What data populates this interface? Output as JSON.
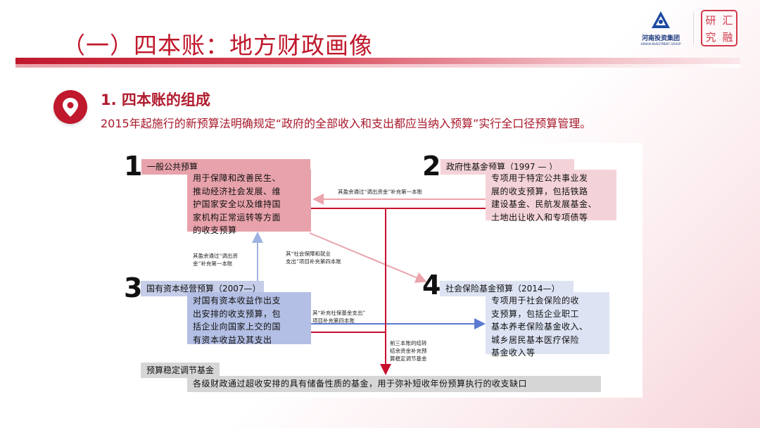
{
  "header": {
    "title": "（一）四本账：地方财政画像",
    "logo_name": "河南投资集团",
    "logo_sub": "HENAN INVESTMENT GROUP",
    "seal_chars": [
      "研",
      "汇",
      "究",
      "融"
    ]
  },
  "section": {
    "title": "1. 四本账的组成",
    "description": "2015年起施行的新预算法明确规定“政府的全部收入和支出都应当纳入预算”实行全口径预算管理。"
  },
  "diagram": {
    "budget1": {
      "number": "1",
      "label": "一般公共预算",
      "lines": [
        "用于保障和改善民生、",
        "推动经济社会发展、维",
        "护国家安全以及维持国",
        "家机构正常运转等方面",
        "的收支预算"
      ]
    },
    "budget2": {
      "number": "2",
      "label": "政府性基金预算（1997 — ）",
      "lines": [
        "专项用于特定公共事业发",
        "展的收支预算，包括铁路",
        "建设基金、民航发展基金、",
        "土地出让收入和专项债等"
      ]
    },
    "budget3": {
      "number": "3",
      "label": "国有资本经营预算（2007—）",
      "lines": [
        "对国有资本收益作出支",
        "出安排的收支预算，包",
        "括企业向国家上交的国",
        "有资本收益及其支出"
      ]
    },
    "budget4": {
      "number": "4",
      "label": "社会保险基金预算（2014—）",
      "lines": [
        "专项用于社会保险的收",
        "支预算，包括企业职工",
        "基本养老保险基金收入、",
        "城乡居民基本医疗保险",
        "基金收入等"
      ]
    },
    "stabilization": {
      "label": "预算稳定调节基金",
      "text": "各级财政通过超收安排的具有储备性质的基金，用于弥补短收年份预算执行的收支缺口"
    },
    "notes": {
      "fund_to_general": "其盈余通过“调出资金”补充第一本账",
      "soe_to_general": [
        "其盈余通过“调出资",
        "金”补充第一本账"
      ],
      "general_to_social": [
        "其“社会保障和就业",
        "支出”项目补充第四本账"
      ],
      "soe_to_social": [
        "其“补充社保基金支出”",
        "项目补充第四本账"
      ],
      "to_stabilization": [
        "前三本账的结转",
        "结余资金补充预",
        "算稳定调节基金"
      ]
    },
    "colors": {
      "red_arrow": "#c8102e",
      "pink_arrow": "#eba3ac",
      "blue_arrow": "#5b7bd0",
      "light_blue_arrow": "#9eb3e2"
    }
  }
}
